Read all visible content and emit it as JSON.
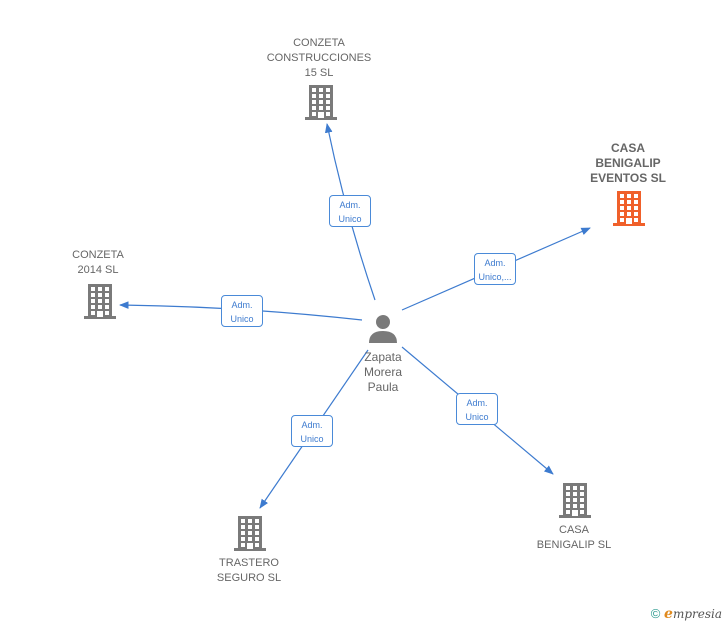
{
  "colors": {
    "edge": "#3d7bcf",
    "building": "#7a7a7a",
    "building_highlight": "#f0602a",
    "person": "#7a7a7a"
  },
  "center": {
    "name": "Zapata\nMorera\nPaula",
    "icon": "person-icon"
  },
  "nodes": [
    {
      "id": "conzeta-construcciones",
      "label": "CONZETA\nCONSTRUCCIONES\n15  SL",
      "icon": "building-icon",
      "highlight": false
    },
    {
      "id": "casa-benigalip-eventos",
      "label": "CASA\nBENIGALIP\nEVENTOS  SL",
      "icon": "building-icon",
      "highlight": true
    },
    {
      "id": "conzeta-2014",
      "label": "CONZETA\n2014  SL",
      "icon": "building-icon",
      "highlight": false
    },
    {
      "id": "trastero-seguro",
      "label": "TRASTERO\nSEGURO  SL",
      "icon": "building-icon",
      "highlight": false
    },
    {
      "id": "casa-benigalip",
      "label": "CASA\nBENIGALIP  SL",
      "icon": "building-icon",
      "highlight": false
    }
  ],
  "edges": [
    {
      "to": "conzeta-construcciones",
      "label": "Adm.\nUnico"
    },
    {
      "to": "casa-benigalip-eventos",
      "label": "Adm.\nUnico,..."
    },
    {
      "to": "conzeta-2014",
      "label": "Adm.\nUnico"
    },
    {
      "to": "trastero-seguro",
      "label": "Adm.\nUnico"
    },
    {
      "to": "casa-benigalip",
      "label": "Adm.\nUnico"
    }
  ],
  "footer": {
    "copyright_symbol": "©",
    "brand_initial": "e",
    "brand_rest": "mpresia"
  }
}
